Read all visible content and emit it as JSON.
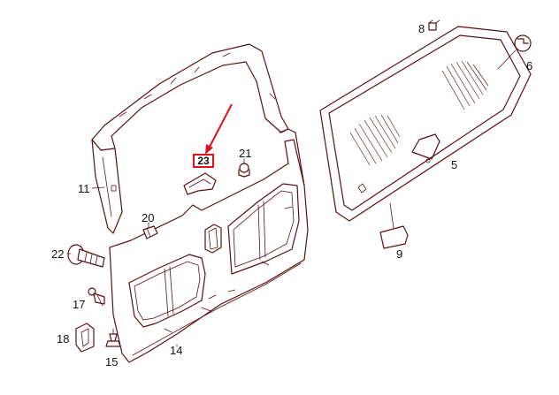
{
  "diagram": {
    "callout": {
      "label": "23",
      "color": "#e0101a"
    },
    "labels": {
      "l5": "5",
      "l6": "6",
      "l8": "8",
      "l9": "9",
      "l11": "11",
      "l14": "14",
      "l15": "15",
      "l17": "17",
      "l18": "18",
      "l20": "20",
      "l21": "21",
      "l22": "22"
    },
    "colors": {
      "line": "#5a1010",
      "highlight": "#e0101a"
    }
  }
}
